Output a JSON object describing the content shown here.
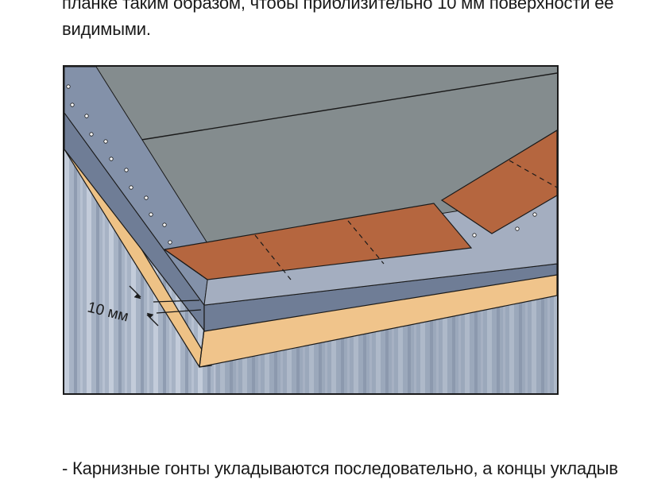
{
  "document": {
    "text_top_line1": "планке таким образом, чтобы приблизительно 10 мм поверхности ее",
    "text_top_line2": "видимыми.",
    "text_bottom": "- Карнизные гонты укладываются последовательно, а концы укладыв"
  },
  "figure": {
    "dimension_label": "10 мм",
    "colors": {
      "roof_underlay": "#848c8e",
      "drip_edge": "#6f7d96",
      "fascia_board": "#eec286",
      "shingle": "#b5663f",
      "wall": "#aab6c8"
    }
  }
}
